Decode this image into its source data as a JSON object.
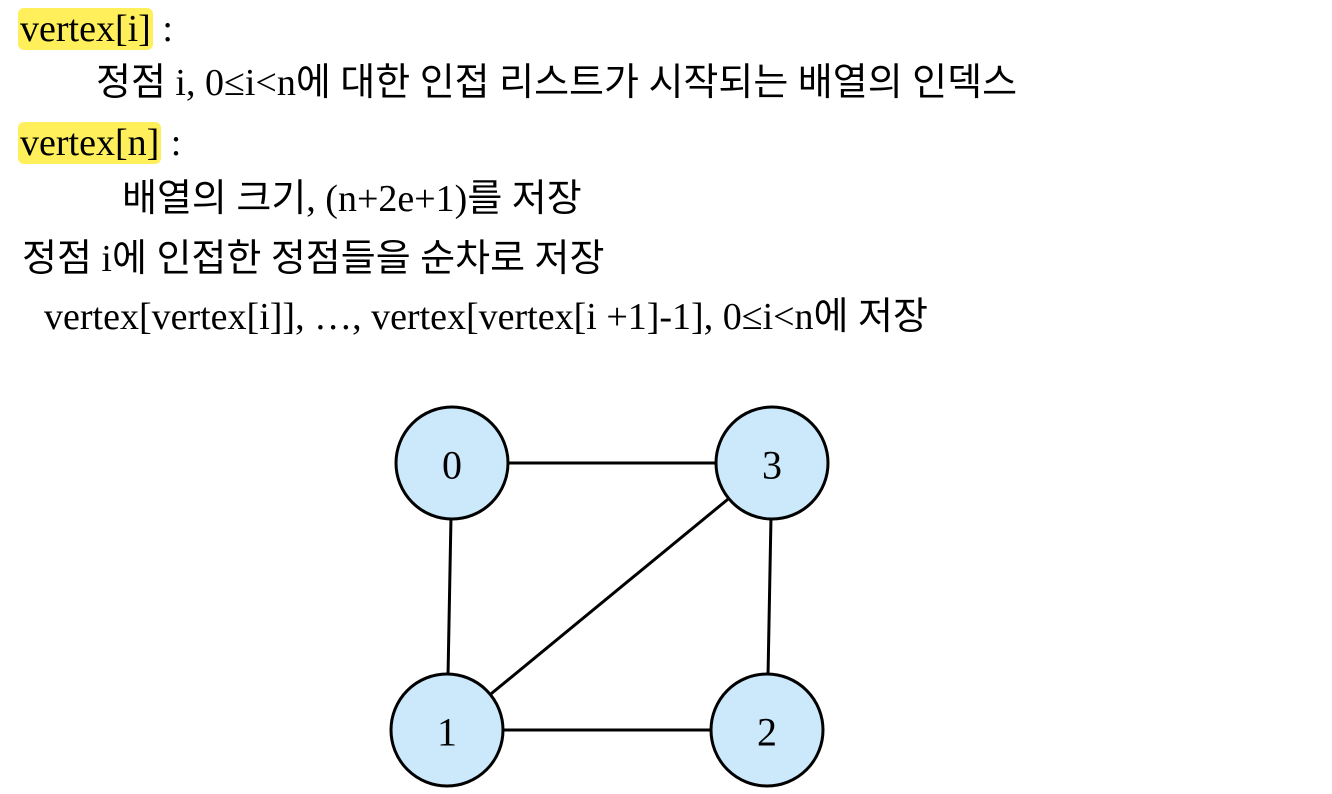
{
  "text": {
    "line1": {
      "code": "vertex[i]",
      "rest": " :"
    },
    "line2": "정점 i, 0≤i<n에 대한 인접 리스트가 시작되는 배열의 인덱스",
    "line3": {
      "code": "vertex[n]",
      "rest": " :"
    },
    "line4": "배열의 크기, (n+2e+1)를 저장",
    "line5": "정점 i에 인접한 정점들을 순차로 저장",
    "line6": "vertex[vertex[i]], …, vertex[vertex[i +1]-1], 0≤i<n에 저장"
  },
  "graph": {
    "node_fill": "#cce9fb",
    "highlight_color": "#ffef5a",
    "nodes": [
      {
        "id": "0",
        "label": "0"
      },
      {
        "id": "3",
        "label": "3"
      },
      {
        "id": "1",
        "label": "1"
      },
      {
        "id": "2",
        "label": "2"
      }
    ],
    "edges": [
      [
        "0",
        "3"
      ],
      [
        "0",
        "1"
      ],
      [
        "1",
        "3"
      ],
      [
        "3",
        "2"
      ],
      [
        "1",
        "2"
      ]
    ]
  }
}
